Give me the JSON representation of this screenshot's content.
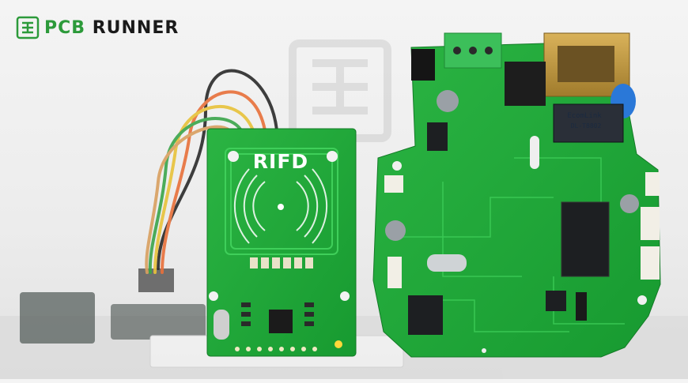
{
  "brand": {
    "name_part1": "PCB",
    "name_part2": "RUNNER",
    "accent_color": "#2c9a3a",
    "icon": "circuit-chip-icon"
  },
  "rfid_module": {
    "label": "RIFD"
  },
  "ethernet_chip": {
    "line1": "EcomLink",
    "line2": "DL-T8802"
  },
  "colors": {
    "pcb_green": "#21a33a",
    "pcb_dark": "#178a2c",
    "background": "#efefef"
  }
}
